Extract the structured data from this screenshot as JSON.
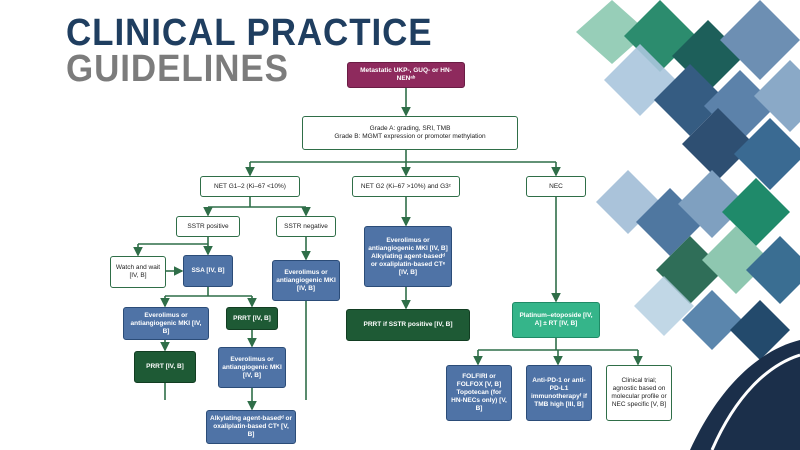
{
  "header": {
    "line1": "CLINICAL PRACTICE",
    "line2": "GUIDELINES"
  },
  "flowchart": {
    "root": "Metastatic UKP‐, GUQ‐ or HN‐NENᵃᵇ",
    "grading": {
      "line1": "Grade A: grading, SRI, TMB",
      "line2": "Grade B: MGMT expression or promoter methylation"
    },
    "net_g12": "NET G1–2 (Ki–67 <10%)",
    "net_g2": "NET G2 (Ki–67 >10%) and G3ᶜ",
    "nec": "NEC",
    "sstr_pos": "SSTR positive",
    "sstr_neg": "SSTR negative",
    "watch": "Watch and wait [IV, B]",
    "ssa": "SSA [IV, B]",
    "evero_neg": "Everolimus or antiangiogenic MKI [IV, B]",
    "evero_g2": "Everolimus or antiangiogenic MKI [IV, B] Alkylating agent-basedᵈ or oxaliplatin-based CTᵉ [IV, B]",
    "evero_pos": "Everolimus or antiangiogenic MKI [IV, B]",
    "prrt1": "PRRT [IV, B]",
    "prrt_if": "PRRT if SSTR positive [IV, B]",
    "prrt2": "PRRT [IV, B]",
    "evero_sm": "Everolimus or antiangiogenic MKI [IV, B]",
    "platinum": "Platinum–etoposide [IV, A] ± RT [IV, B]",
    "folfiri": "FOLFIRI or FOLFOX [V, B] Topotecan (for HN-NECs only) [V, B]",
    "antipd1": "Anti-PD-1 or anti-PD-L1 immunotherapyᶠ if TMB high [III, B]",
    "clinical": "Clinical trial; agnostic based on molecular profile or NEC specific [V, B]",
    "alkyl": "Alkylating agent-basedᵈ or oxaliplatin-based CTᵉ [V, B]"
  },
  "colors": {
    "navy": "#1f3e60",
    "gray": "#7c7c7c",
    "line_green": "#2f6e48",
    "blue_box": "#4f73a6",
    "dark_green_box": "#1e5a35",
    "teal_box": "#35b58a",
    "maroon_box": "#8e2a5d",
    "deco_dark_navy": "#1b2f4a"
  }
}
